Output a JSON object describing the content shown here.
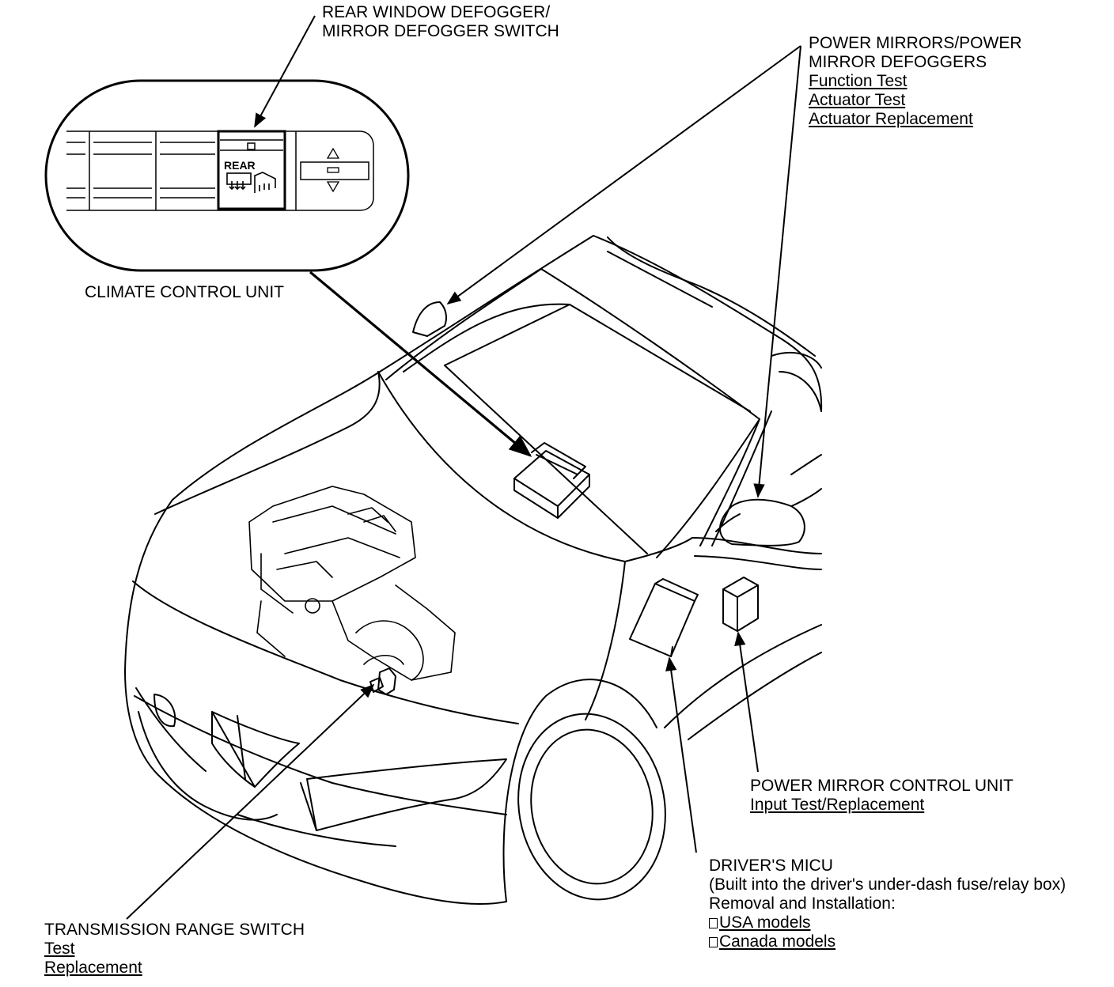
{
  "labels": {
    "rear_defogger_switch": {
      "line1": "REAR WINDOW DEFOGGER/",
      "line2": "MIRROR DEFOGGER SWITCH"
    },
    "power_mirrors": {
      "line1": "POWER MIRRORS/POWER",
      "line2": "MIRROR DEFOGGERS",
      "links": [
        "Function Test",
        "Actuator Test",
        "Actuator Replacement"
      ]
    },
    "climate_control_unit": "CLIMATE CONTROL UNIT",
    "power_mirror_control_unit": {
      "title": "POWER MIRROR CONTROL UNIT",
      "link": "Input Test/Replacement"
    },
    "drivers_micu": {
      "title": "DRIVER'S MICU",
      "note": "(Built into the driver's under-dash fuse/relay box)",
      "subtitle": "Removal and Installation:",
      "links": [
        "USA models",
        "Canada models"
      ]
    },
    "transmission_range_switch": {
      "title": "TRANSMISSION RANGE SWITCH",
      "links": [
        "Test",
        "Replacement"
      ]
    }
  },
  "inset": {
    "button_text": "REAR"
  },
  "icons": [
    "rear-defrost-icon",
    "mirror-defrost-icon",
    "indicator-light-icon",
    "fan-up-arrow-icon",
    "fan-down-arrow-icon"
  ]
}
